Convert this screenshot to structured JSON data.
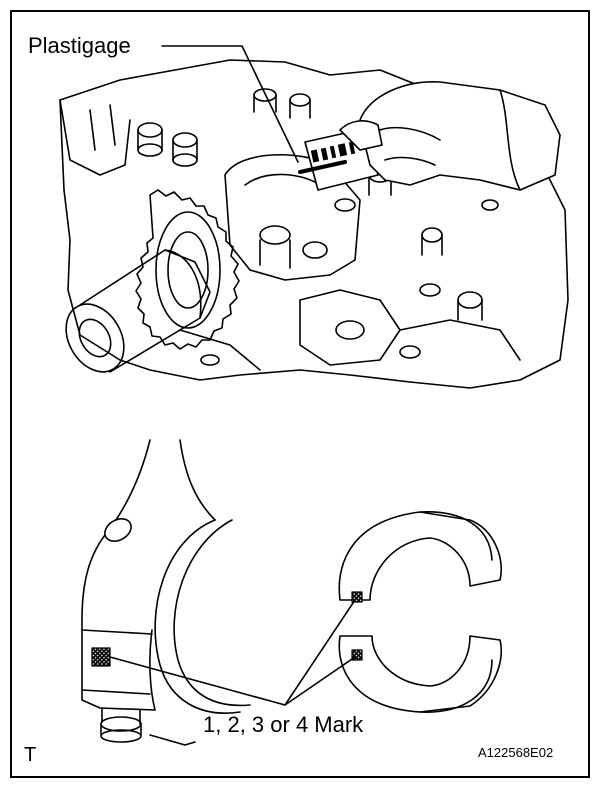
{
  "diagram": {
    "callouts": {
      "plastigage": "Plastigage",
      "bearing_mark": "1, 2, 3 or 4 Mark"
    },
    "corner_letter": "T",
    "figure_id": "A122568E02"
  }
}
